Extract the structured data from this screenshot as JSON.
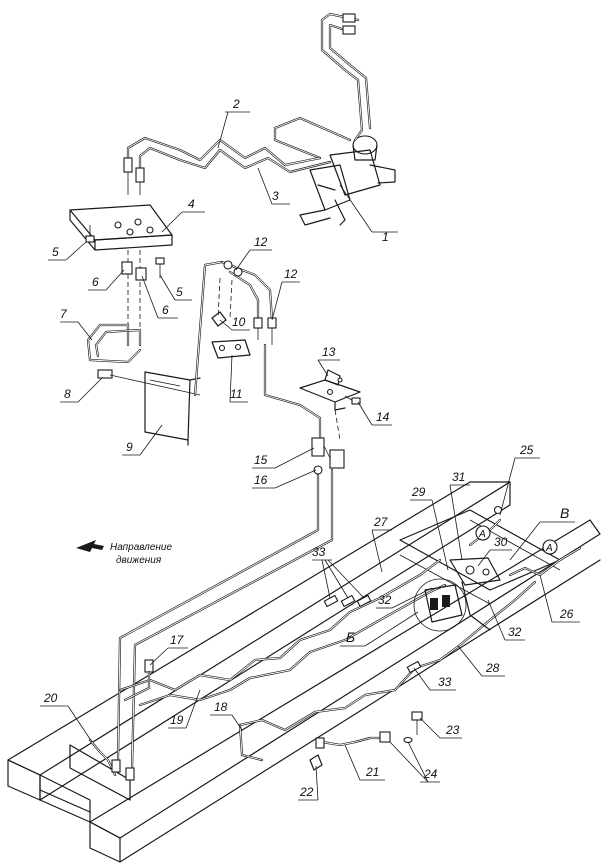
{
  "direction": {
    "label_line1": "Направление",
    "label_line2": "движения"
  },
  "callouts": {
    "c1": "1",
    "c2": "2",
    "c3": "3",
    "c4": "4",
    "c5a": "5",
    "c5b": "5",
    "c6a": "6",
    "c6b": "6",
    "c7": "7",
    "c8": "8",
    "c9": "9",
    "c10": "10",
    "c11": "11",
    "c12a": "12",
    "c12b": "12",
    "c13": "13",
    "c14": "14",
    "c15": "15",
    "c16": "16",
    "c17": "17",
    "c18": "18",
    "c19": "19",
    "c20": "20",
    "c21": "21",
    "c22": "22",
    "c23": "23",
    "c24": "24",
    "c25": "25",
    "c26": "26",
    "c27": "27",
    "c28": "28",
    "c29": "29",
    "c30": "30",
    "c31": "31",
    "c32a": "32",
    "c32b": "32",
    "c33a": "33",
    "c33b": "33"
  },
  "views": {
    "b": "Б",
    "v": "В",
    "a1": "А",
    "a2": "А"
  }
}
